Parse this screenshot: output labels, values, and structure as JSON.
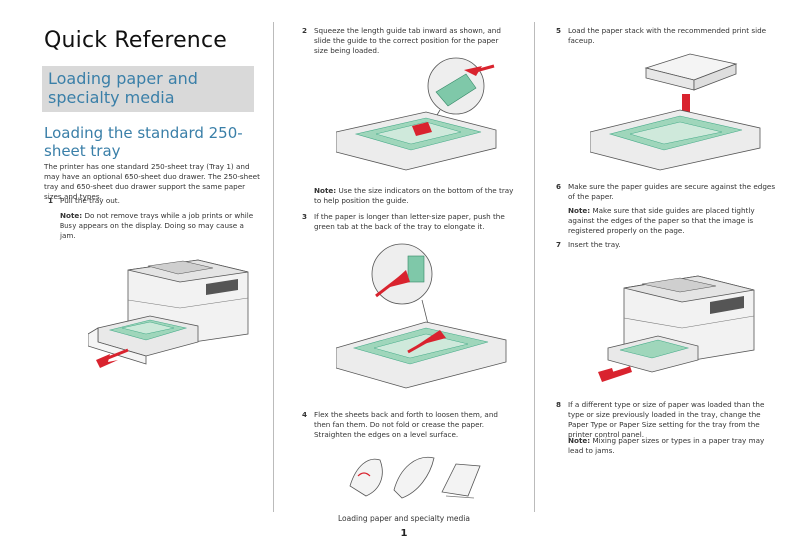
{
  "page_title": "Quick Reference",
  "section_banner": "Loading paper and specialty media",
  "subsection_title": "Loading the standard 250-sheet tray",
  "intro": "The printer has one standard 250-sheet tray (Tray 1) and may have an optional 650-sheet duo drawer. The 250-sheet tray and 650-sheet duo drawer support the same paper sizes and types.",
  "steps": {
    "s1": {
      "num": "1",
      "text": "Pull the tray out."
    },
    "s1_note": {
      "label": "Note:",
      "pre": "Do not remove trays while a job prints or while",
      "code": "Busy",
      "post": "appears on the display. Doing so may cause a jam."
    },
    "s2": {
      "num": "2",
      "text": "Squeeze the length guide tab inward as shown, and slide the guide to the correct position for the paper size being loaded."
    },
    "s2_note": {
      "label": "Note:",
      "text": "Use the size indicators on the bottom of the tray to help position the guide."
    },
    "s3": {
      "num": "3",
      "text": "If the paper is longer than letter-size paper, push the green tab at the back of the tray to elongate it."
    },
    "s4": {
      "num": "4",
      "text": "Flex the sheets back and forth to loosen them, and then fan them. Do not fold or crease the paper. Straighten the edges on a level surface."
    },
    "s5": {
      "num": "5",
      "text": "Load the paper stack with the recommended print side faceup."
    },
    "s6": {
      "num": "6",
      "text": "Make sure the paper guides are secure against the edges of the paper."
    },
    "s6_note": {
      "label": "Note:",
      "text": "Make sure that side guides are placed tightly against the edges of the paper so that the image is registered properly on the page."
    },
    "s7": {
      "num": "7",
      "text": "Insert the tray."
    },
    "s8": {
      "num": "8",
      "text": "If a different type or size of paper was loaded than the type or size previously loaded in the tray, change the Paper Type or Paper Size setting for the tray from the printer control panel."
    },
    "s8_note": {
      "label": "Note:",
      "text": "Mixing paper sizes or types in a paper tray may lead to jams."
    }
  },
  "footer": "Loading paper and specialty media",
  "page_number": "1",
  "colors": {
    "accent_blue": "#3a7fa8",
    "banner_gray": "#d9d9d9",
    "arrow_red": "#d9232e",
    "tray_green": "#7fc8a9"
  }
}
